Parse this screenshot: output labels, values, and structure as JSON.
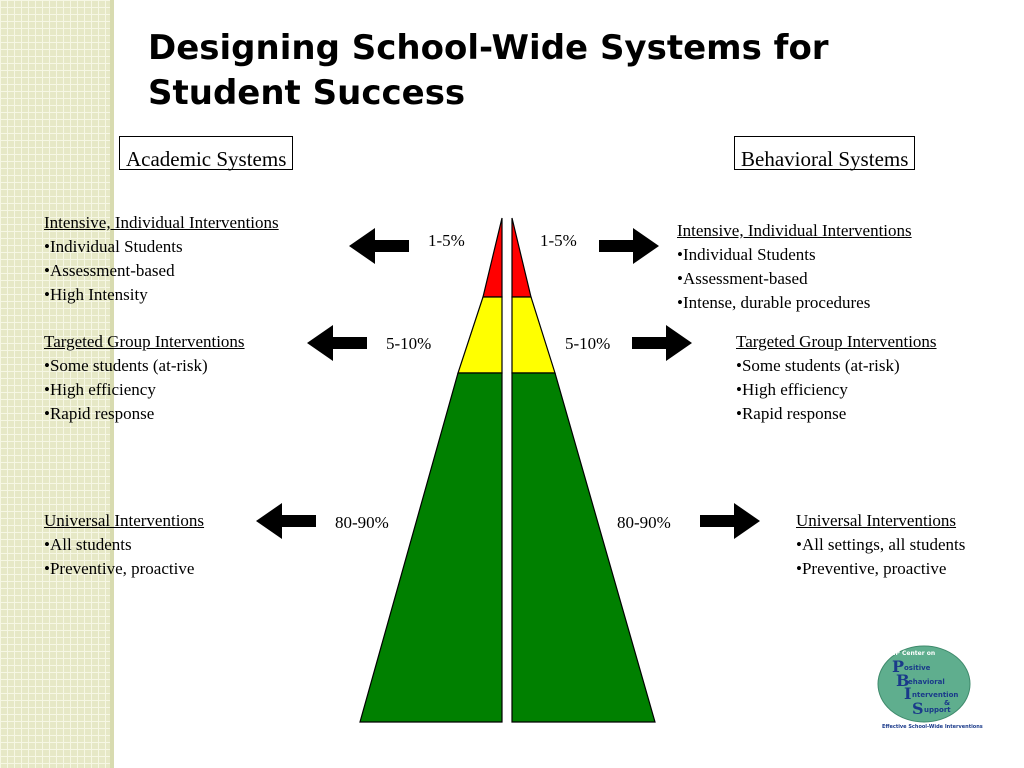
{
  "title": {
    "line1": "Designing School-Wide Systems for",
    "line2": "Student Success"
  },
  "academic": {
    "label": "Academic Systems",
    "tiers": [
      {
        "heading": "Intensive, Individual Interventions",
        "items": [
          "•Individual Students",
          "•Assessment-based",
          "•High Intensity"
        ],
        "percent": "1-5%"
      },
      {
        "heading": "Targeted Group Interventions",
        "items": [
          "•Some students (at-risk)",
          "•High efficiency",
          "•Rapid response"
        ],
        "percent": "5-10%"
      },
      {
        "heading": "Universal Interventions",
        "items": [
          "•All students",
          "•Preventive,  proactive"
        ],
        "percent": "80-90%"
      }
    ]
  },
  "behavioral": {
    "label": "Behavioral Systems",
    "tiers": [
      {
        "heading": "Intensive, Individual Interventions",
        "items": [
          "•Individual Students",
          "•Assessment-based",
          "•Intense, durable procedures"
        ],
        "percent": "1-5%"
      },
      {
        "heading": "Targeted Group Interventions",
        "items": [
          "•Some students (at-risk)",
          "•High efficiency",
          "•Rapid response"
        ],
        "percent": "5-10%"
      },
      {
        "heading": "Universal Interventions",
        "items": [
          "•All settings, all students",
          "•Preventive,  proactive"
        ],
        "percent": "80-90%"
      }
    ]
  },
  "colors": {
    "intensive": "#ff0000",
    "targeted": "#ffff00",
    "universal": "#008000",
    "logo": "#5fae8e"
  },
  "logo": {
    "top_text": "OSEP Center on",
    "letters": [
      "P",
      "B",
      "I",
      "S"
    ],
    "words": [
      "ositive",
      "ehavioral",
      "ntervention",
      "upport"
    ],
    "amp": "&",
    "bottom_text": "Effective School-Wide Interventions"
  }
}
